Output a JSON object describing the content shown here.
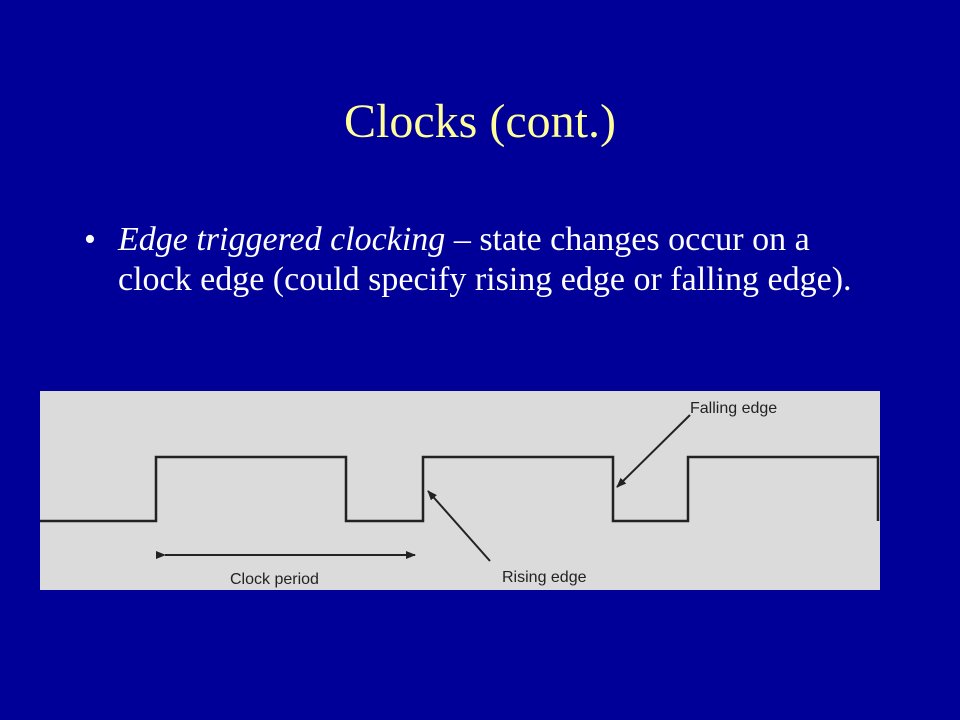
{
  "slide": {
    "title": "Clocks (cont.)",
    "bullet": {
      "symbol": "•",
      "term": "Edge triggered clocking",
      "text": " – state changes occur on a clock edge (could specify rising edge or falling edge)."
    }
  },
  "diagram": {
    "labels": {
      "falling_edge": "Falling edge",
      "rising_edge": "Rising edge",
      "clock_period": "Clock period"
    }
  },
  "colors": {
    "background": "#000099",
    "title": "#ffff99",
    "text": "#ffffff",
    "diagram_background": "#dbdbdb",
    "diagram_ink": "#222222"
  }
}
